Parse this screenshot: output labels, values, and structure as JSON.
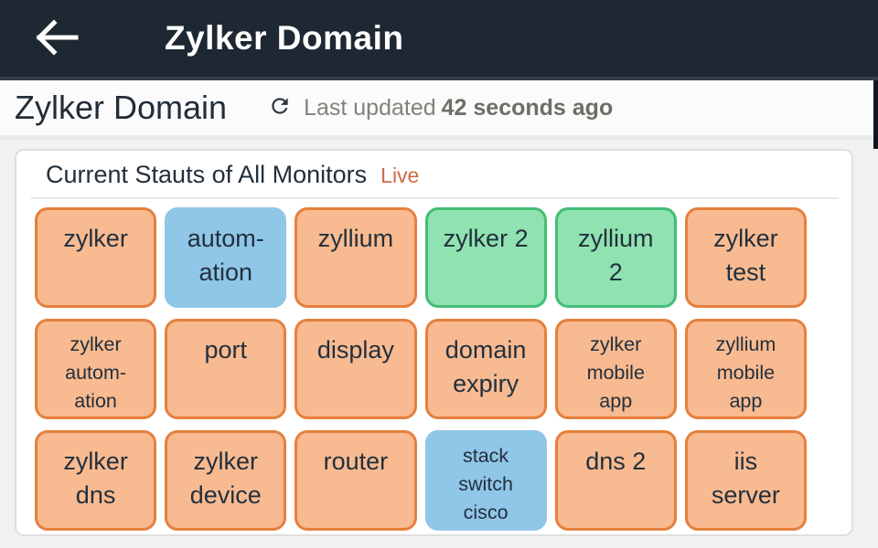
{
  "appbar": {
    "title": "Zylker Domain",
    "back_icon": "arrow-left"
  },
  "subheader": {
    "title": "Zylker Domain",
    "refresh_icon": "refresh",
    "last_updated_label": "Last updated",
    "last_updated_value": "42 seconds ago"
  },
  "card": {
    "title": "Current Stauts of All Monitors",
    "live_label": "Live"
  },
  "grid": {
    "status_colors": {
      "orange": {
        "bg": "#F8BA90",
        "border": "#E5803E"
      },
      "blue": {
        "bg": "#90C6E8",
        "border": "#90C6E8"
      },
      "green": {
        "bg": "#90E2B0",
        "border": "#44BE76"
      }
    },
    "tile_text_color": "#22303E",
    "tiles": [
      {
        "label": "zylker",
        "status": "orange",
        "small": false
      },
      {
        "label": "autom-\nation",
        "status": "blue",
        "small": false
      },
      {
        "label": "zyllium",
        "status": "orange",
        "small": false
      },
      {
        "label": "zylker 2",
        "status": "green",
        "small": false
      },
      {
        "label": "zyllium\n2",
        "status": "green",
        "small": false
      },
      {
        "label": "zylker\ntest",
        "status": "orange",
        "small": false
      },
      {
        "label": "zylker\nautom-\nation",
        "status": "orange",
        "small": true
      },
      {
        "label": "port",
        "status": "orange",
        "small": false
      },
      {
        "label": "display",
        "status": "orange",
        "small": false
      },
      {
        "label": "domain\nexpiry",
        "status": "orange",
        "small": false
      },
      {
        "label": "zylker\nmobile\napp",
        "status": "orange",
        "small": true
      },
      {
        "label": "zyllium\nmobile\napp",
        "status": "orange",
        "small": true
      },
      {
        "label": "zylker\ndns",
        "status": "orange",
        "small": false
      },
      {
        "label": "zylker\ndevice",
        "status": "orange",
        "small": false
      },
      {
        "label": "router",
        "status": "orange",
        "small": false
      },
      {
        "label": "stack\nswitch\ncisco",
        "status": "blue",
        "small": true
      },
      {
        "label": "dns 2",
        "status": "orange",
        "small": false
      },
      {
        "label": "iis\nserver",
        "status": "orange",
        "small": false
      }
    ]
  },
  "colors": {
    "appbar_bg": "#1E2832",
    "appbar_text": "#FFFFFF",
    "page_title_text": "#222D38",
    "muted_text": "#82827A",
    "live_accent": "#CE6A47",
    "card_border": "#DFDFDF",
    "page_bg": "#F1F1F1"
  }
}
